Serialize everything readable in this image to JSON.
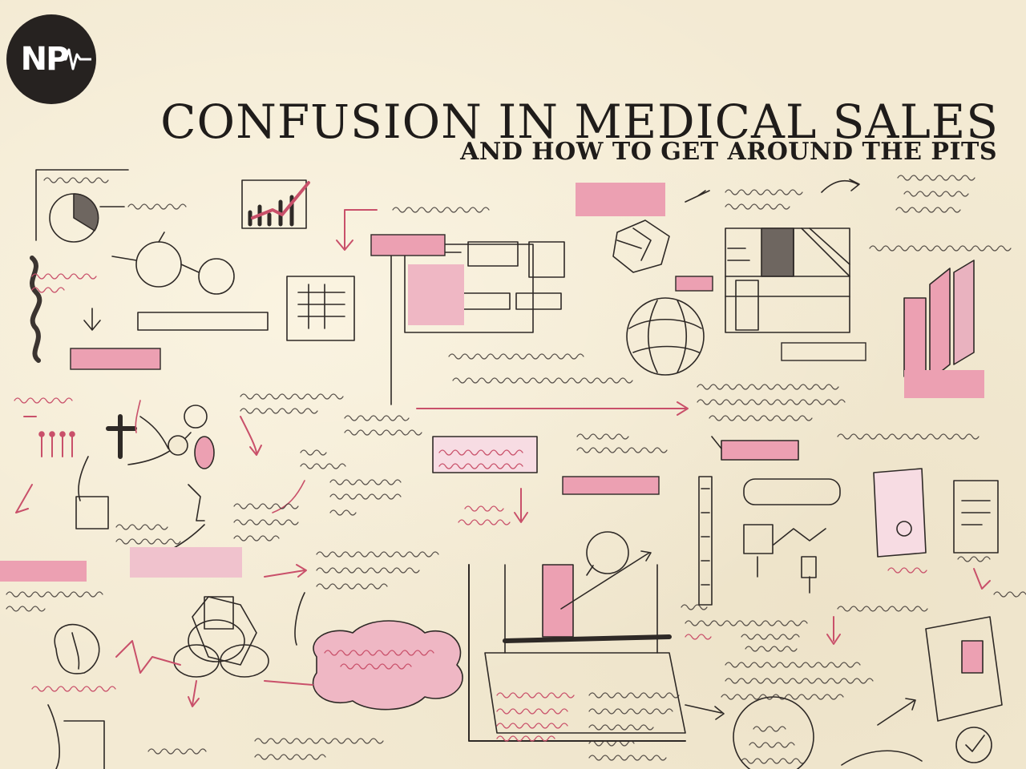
{
  "brand": {
    "logo_text": "NP",
    "pulse_icon": "heartbeat-line-icon"
  },
  "heading": {
    "title": "CONFUSION IN MEDICAL SALES",
    "subtitle": "AND HOW TO GET AROUND THE PITS"
  },
  "colors": {
    "paper": "#f3ead3",
    "ink": "#2b2622",
    "highlight_pink": "#eca0b2",
    "accent_pink": "#c9506a",
    "logo_bg": "#262220"
  }
}
